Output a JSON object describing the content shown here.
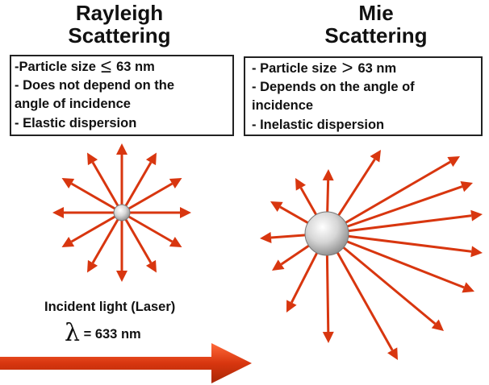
{
  "rayleigh": {
    "title_line1": "Rayleigh",
    "title_line2": "Scattering",
    "points": {
      "line1_prefix": "-Particle size",
      "line1_symbol": "≤",
      "line1_value": "63 nm",
      "line2": "- Does not depend on the",
      "line3": "angle of incidence",
      "line4": "- Elastic dispersion"
    }
  },
  "mie": {
    "title_line1": "Mie",
    "title_line2": "Scattering",
    "points": {
      "line1_prefix": "- Particle size",
      "line1_symbol": ">",
      "line1_value": "63 nm",
      "line2": "- Depends on the angle of",
      "line3": "incidence",
      "line4": "- Inelastic dispersion"
    }
  },
  "incident": {
    "label": "Incident light (Laser)",
    "lambda_symbol": "λ",
    "wavelength": "= 633 nm"
  },
  "colors": {
    "arrow": "#d8360f",
    "arrow_dark": "#b02a08",
    "box_border": "#222222"
  }
}
